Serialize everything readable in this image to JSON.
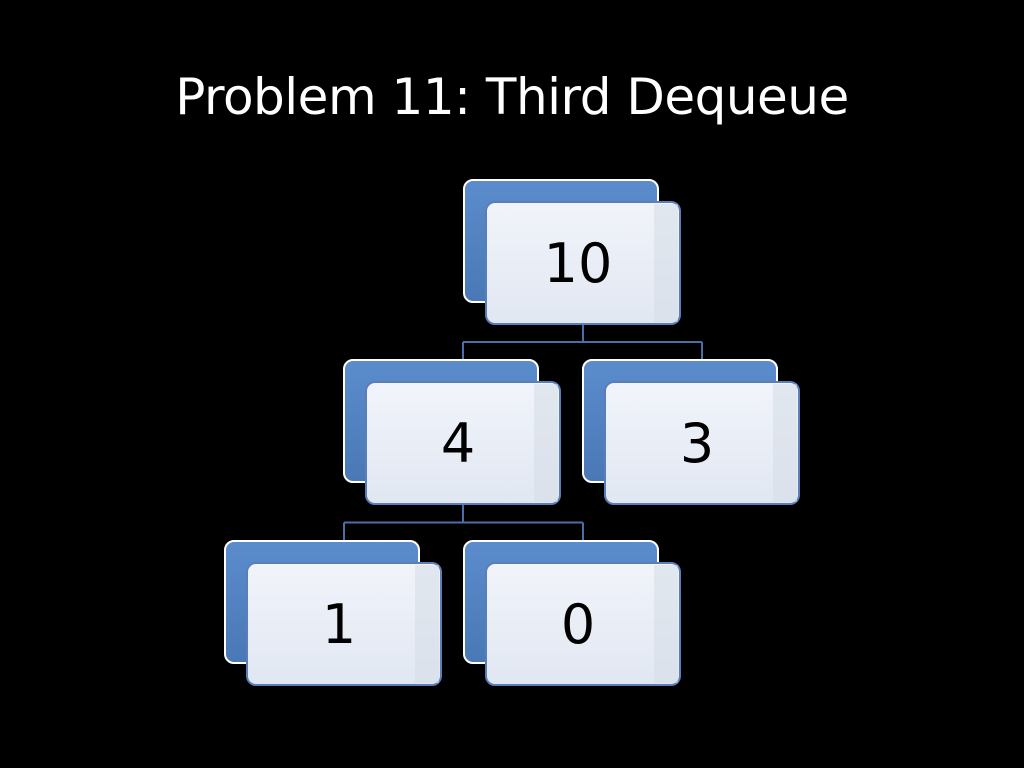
{
  "slide": {
    "title": "Problem 11: Third Dequeue"
  },
  "colors": {
    "background": "#000000",
    "title": "#ffffff",
    "node_back": "#4f81bd",
    "node_front": "#e9eef7",
    "connector": "#4a6ea8"
  },
  "tree": {
    "nodes": [
      {
        "id": "root",
        "label": "10",
        "parent": null
      },
      {
        "id": "left",
        "label": "4",
        "parent": "root"
      },
      {
        "id": "right",
        "label": "3",
        "parent": "root"
      },
      {
        "id": "left-left",
        "label": "1",
        "parent": "left"
      },
      {
        "id": "left-right",
        "label": "0",
        "parent": "left"
      }
    ]
  }
}
